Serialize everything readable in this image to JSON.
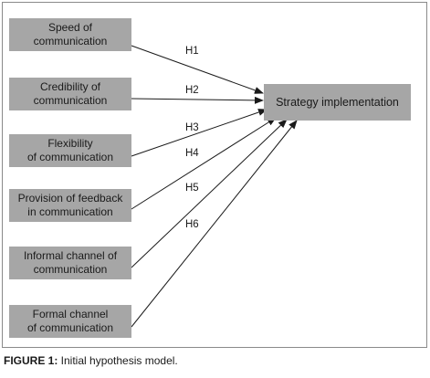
{
  "diagram": {
    "sources": [
      {
        "line1": "Speed of",
        "line2": "communication"
      },
      {
        "line1": "Credibility of",
        "line2": "communication"
      },
      {
        "line1": "Flexibility",
        "line2": "of communication"
      },
      {
        "line1": "Provision of feedback",
        "line2": "in communication"
      },
      {
        "line1": "Informal channel of",
        "line2": "communication"
      },
      {
        "line1": "Formal channel",
        "line2": "of communication"
      }
    ],
    "target": "Strategy implementation",
    "hypotheses": [
      "H1",
      "H2",
      "H3",
      "H4",
      "H5",
      "H6"
    ],
    "colors": {
      "node_fill": "#a6a6a6",
      "arrow": "#1a1a1a",
      "frame": "#8a8a8a"
    }
  },
  "caption": {
    "label": "FIGURE 1:",
    "text": " Initial hypothesis model."
  }
}
